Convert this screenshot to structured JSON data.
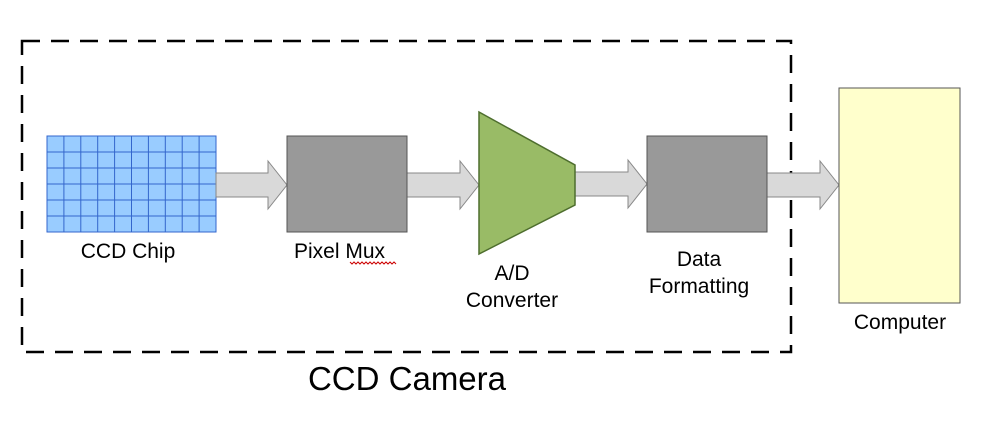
{
  "diagram": {
    "container_label": "CCD Camera",
    "blocks": {
      "ccd_chip": {
        "label": "CCD Chip",
        "fill": "#99CCFF",
        "grid": "#3366CC"
      },
      "pixel_mux": {
        "label_word1": "Pixel",
        "label_word2": "Mux",
        "fill": "#999999"
      },
      "ad_converter": {
        "label_line1": "A/D",
        "label_line2": "Converter",
        "fill": "#99BB66"
      },
      "data_formatting": {
        "label_line1": "Data",
        "label_line2": "Formatting",
        "fill": "#999999"
      },
      "computer": {
        "label": "Computer",
        "fill": "#FFFFCC"
      }
    },
    "arrow_fill": "#D9D9D9",
    "spellcheck_underline_color": "#CC0000"
  }
}
